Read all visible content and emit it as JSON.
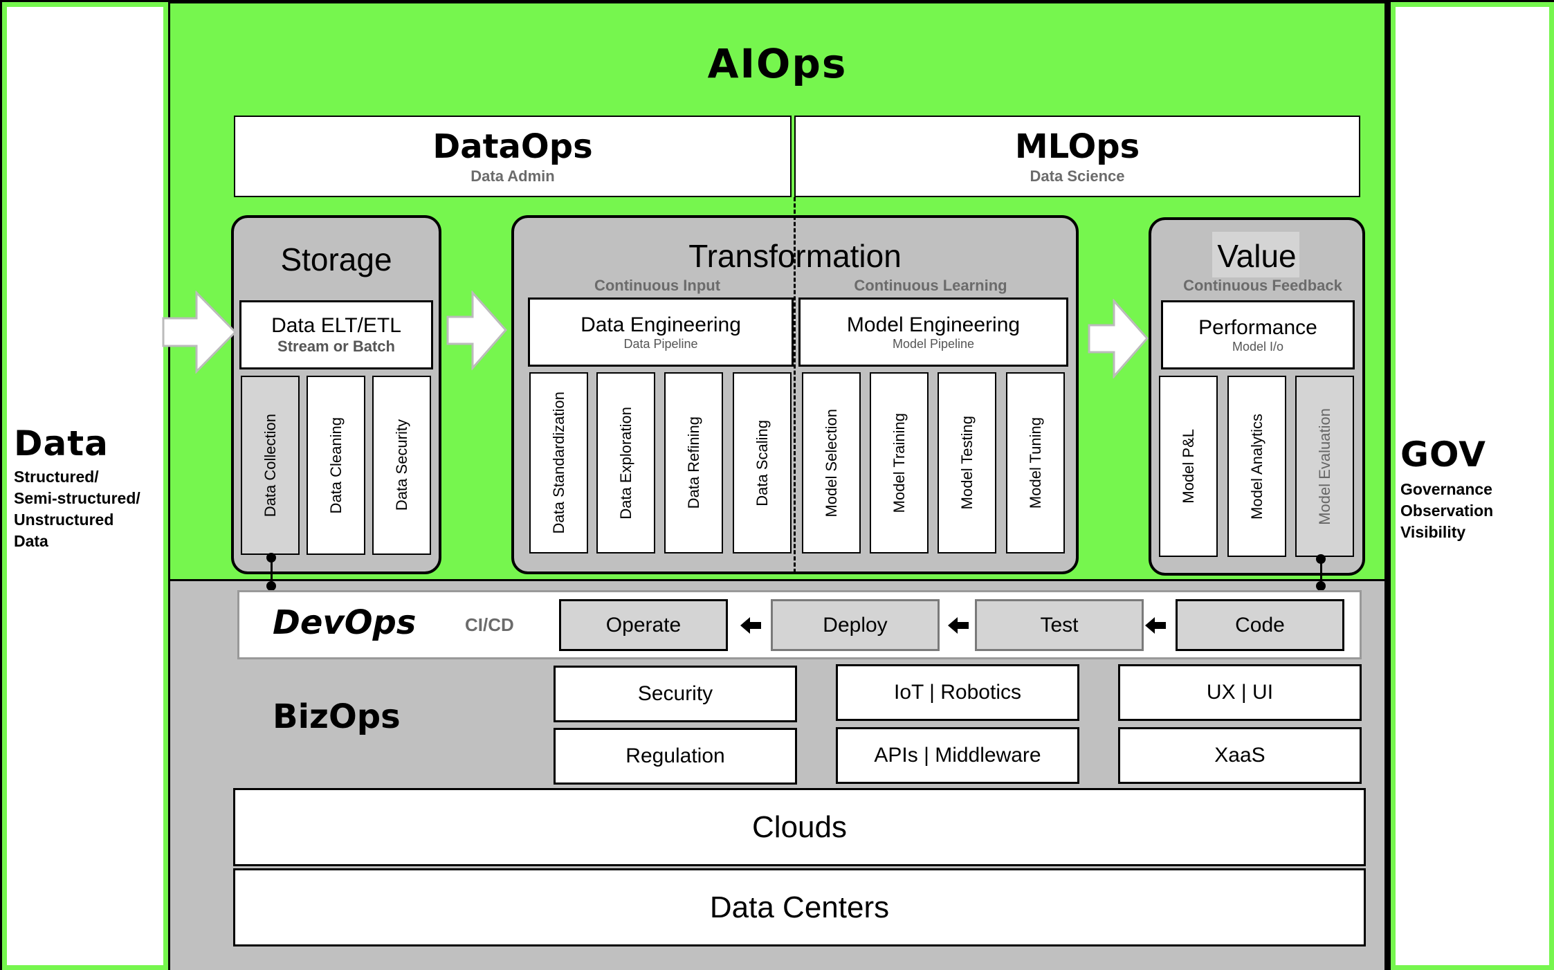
{
  "colors": {
    "green": "#76f64e",
    "gray": "#c0c0c0",
    "light_gray": "#d4d4d4"
  },
  "left_side": {
    "title": "Data",
    "lines": [
      "Structured/",
      "Semi-structured/",
      "Unstructured",
      "Data"
    ]
  },
  "right_side": {
    "title": "GOV",
    "lines": [
      "Governance",
      "Observation",
      "Visibility"
    ]
  },
  "aiops": {
    "title": "AIOps"
  },
  "dataops": {
    "title": "DataOps",
    "subtitle": "Data Admin"
  },
  "mlops": {
    "title": "MLOps",
    "subtitle": "Data Science"
  },
  "storage": {
    "title": "Storage",
    "box_title": "Data ELT/ETL",
    "box_subtitle": "Stream or Batch",
    "columns": [
      "Data Collection",
      "Data Cleaning",
      "Data Security"
    ]
  },
  "transformation": {
    "title": "Transformation",
    "left_caption": "Continuous Input",
    "right_caption": "Continuous Learning",
    "data_eng": {
      "title": "Data Engineering",
      "subtitle": "Data Pipeline"
    },
    "model_eng": {
      "title": "Model Engineering",
      "subtitle": "Model Pipeline"
    },
    "columns": [
      "Data Standardization",
      "Data Exploration",
      "Data Refining",
      "Data Scaling",
      "Model Selection",
      "Model Training",
      "Model Testing",
      "Model Tuning"
    ]
  },
  "value": {
    "title": "Value",
    "caption": "Continuous Feedback",
    "box_title": "Performance",
    "box_subtitle": "Model I/o",
    "columns": [
      "Model P&L",
      "Model Analytics",
      "Model Evaluation"
    ]
  },
  "devops": {
    "title": "DevOps",
    "cicd": "CI/CD",
    "steps": [
      "Operate",
      "Deploy",
      "Test",
      "Code"
    ]
  },
  "bizops": {
    "title": "BizOps",
    "items": [
      "Security",
      "IoT | Robotics",
      "UX | UI",
      "Regulation",
      "APIs | Middleware",
      "XaaS"
    ]
  },
  "clouds": "Clouds",
  "data_centers": "Data Centers"
}
